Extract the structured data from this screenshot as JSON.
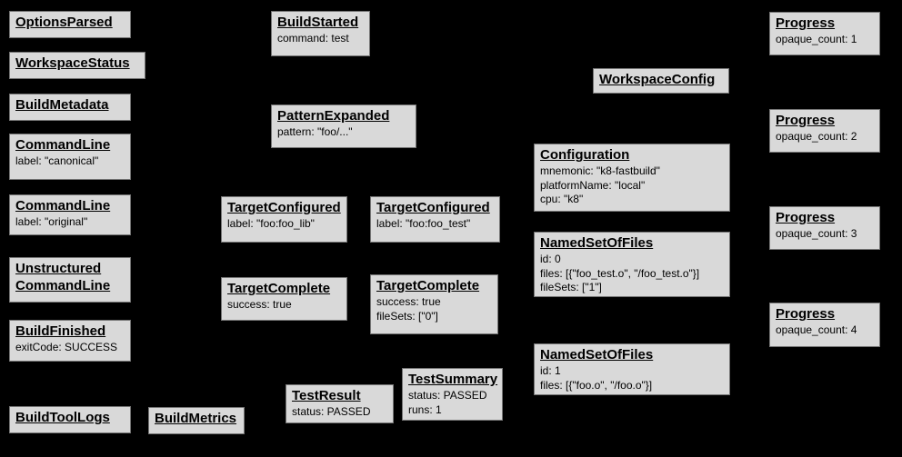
{
  "diagram": {
    "description": "Bazel build event protocol graph",
    "colors": {
      "background": "#000000",
      "node_fill": "#d9d9d9",
      "node_border": "#757575",
      "text": "#000000"
    },
    "nodes": [
      {
        "title": "OptionsParsed",
        "attrs": []
      },
      {
        "title": "WorkspaceStatus",
        "attrs": []
      },
      {
        "title": "BuildMetadata",
        "attrs": []
      },
      {
        "title": "CommandLine",
        "attrs": [
          "label: \"canonical\""
        ]
      },
      {
        "title": "CommandLine",
        "attrs": [
          "label: \"original\""
        ]
      },
      {
        "title": "Unstructured\nCommandLine",
        "attrs": []
      },
      {
        "title": "BuildFinished",
        "attrs": [
          "exitCode: SUCCESS"
        ]
      },
      {
        "title": "BuildToolLogs",
        "attrs": []
      },
      {
        "title": "BuildMetrics",
        "attrs": []
      },
      {
        "title": "BuildStarted",
        "attrs": [
          "command: test"
        ]
      },
      {
        "title": "PatternExpanded",
        "attrs": [
          "pattern: \"foo/...\""
        ]
      },
      {
        "title": "TargetConfigured",
        "attrs": [
          "label: \"foo:foo_lib\""
        ]
      },
      {
        "title": "TargetConfigured",
        "attrs": [
          "label: \"foo:foo_test\""
        ]
      },
      {
        "title": "TargetComplete",
        "attrs": [
          "success: true"
        ]
      },
      {
        "title": "TargetComplete",
        "attrs": [
          "success: true",
          "fileSets: [\"0\"]"
        ]
      },
      {
        "title": "TestResult",
        "attrs": [
          "status: PASSED"
        ]
      },
      {
        "title": "TestSummary",
        "attrs": [
          "status: PASSED",
          "runs: 1"
        ]
      },
      {
        "title": "WorkspaceConfig",
        "attrs": []
      },
      {
        "title": "Configuration",
        "attrs": [
          "mnemonic: \"k8-fastbuild\"",
          "platformName: \"local\"",
          "cpu: \"k8\""
        ]
      },
      {
        "title": "NamedSetOfFiles",
        "attrs": [
          "id: 0",
          "files: [{\"foo_test.o\", \"/foo_test.o\"}]",
          "fileSets: [\"1\"]"
        ]
      },
      {
        "title": "NamedSetOfFiles",
        "attrs": [
          "id: 1",
          "files: [{\"foo.o\", \"/foo.o\"}]"
        ]
      },
      {
        "title": "Progress",
        "attrs": [
          "opaque_count: 1"
        ]
      },
      {
        "title": "Progress",
        "attrs": [
          "opaque_count: 2"
        ]
      },
      {
        "title": "Progress",
        "attrs": [
          "opaque_count: 3"
        ]
      },
      {
        "title": "Progress",
        "attrs": [
          "opaque_count: 4"
        ]
      }
    ]
  }
}
